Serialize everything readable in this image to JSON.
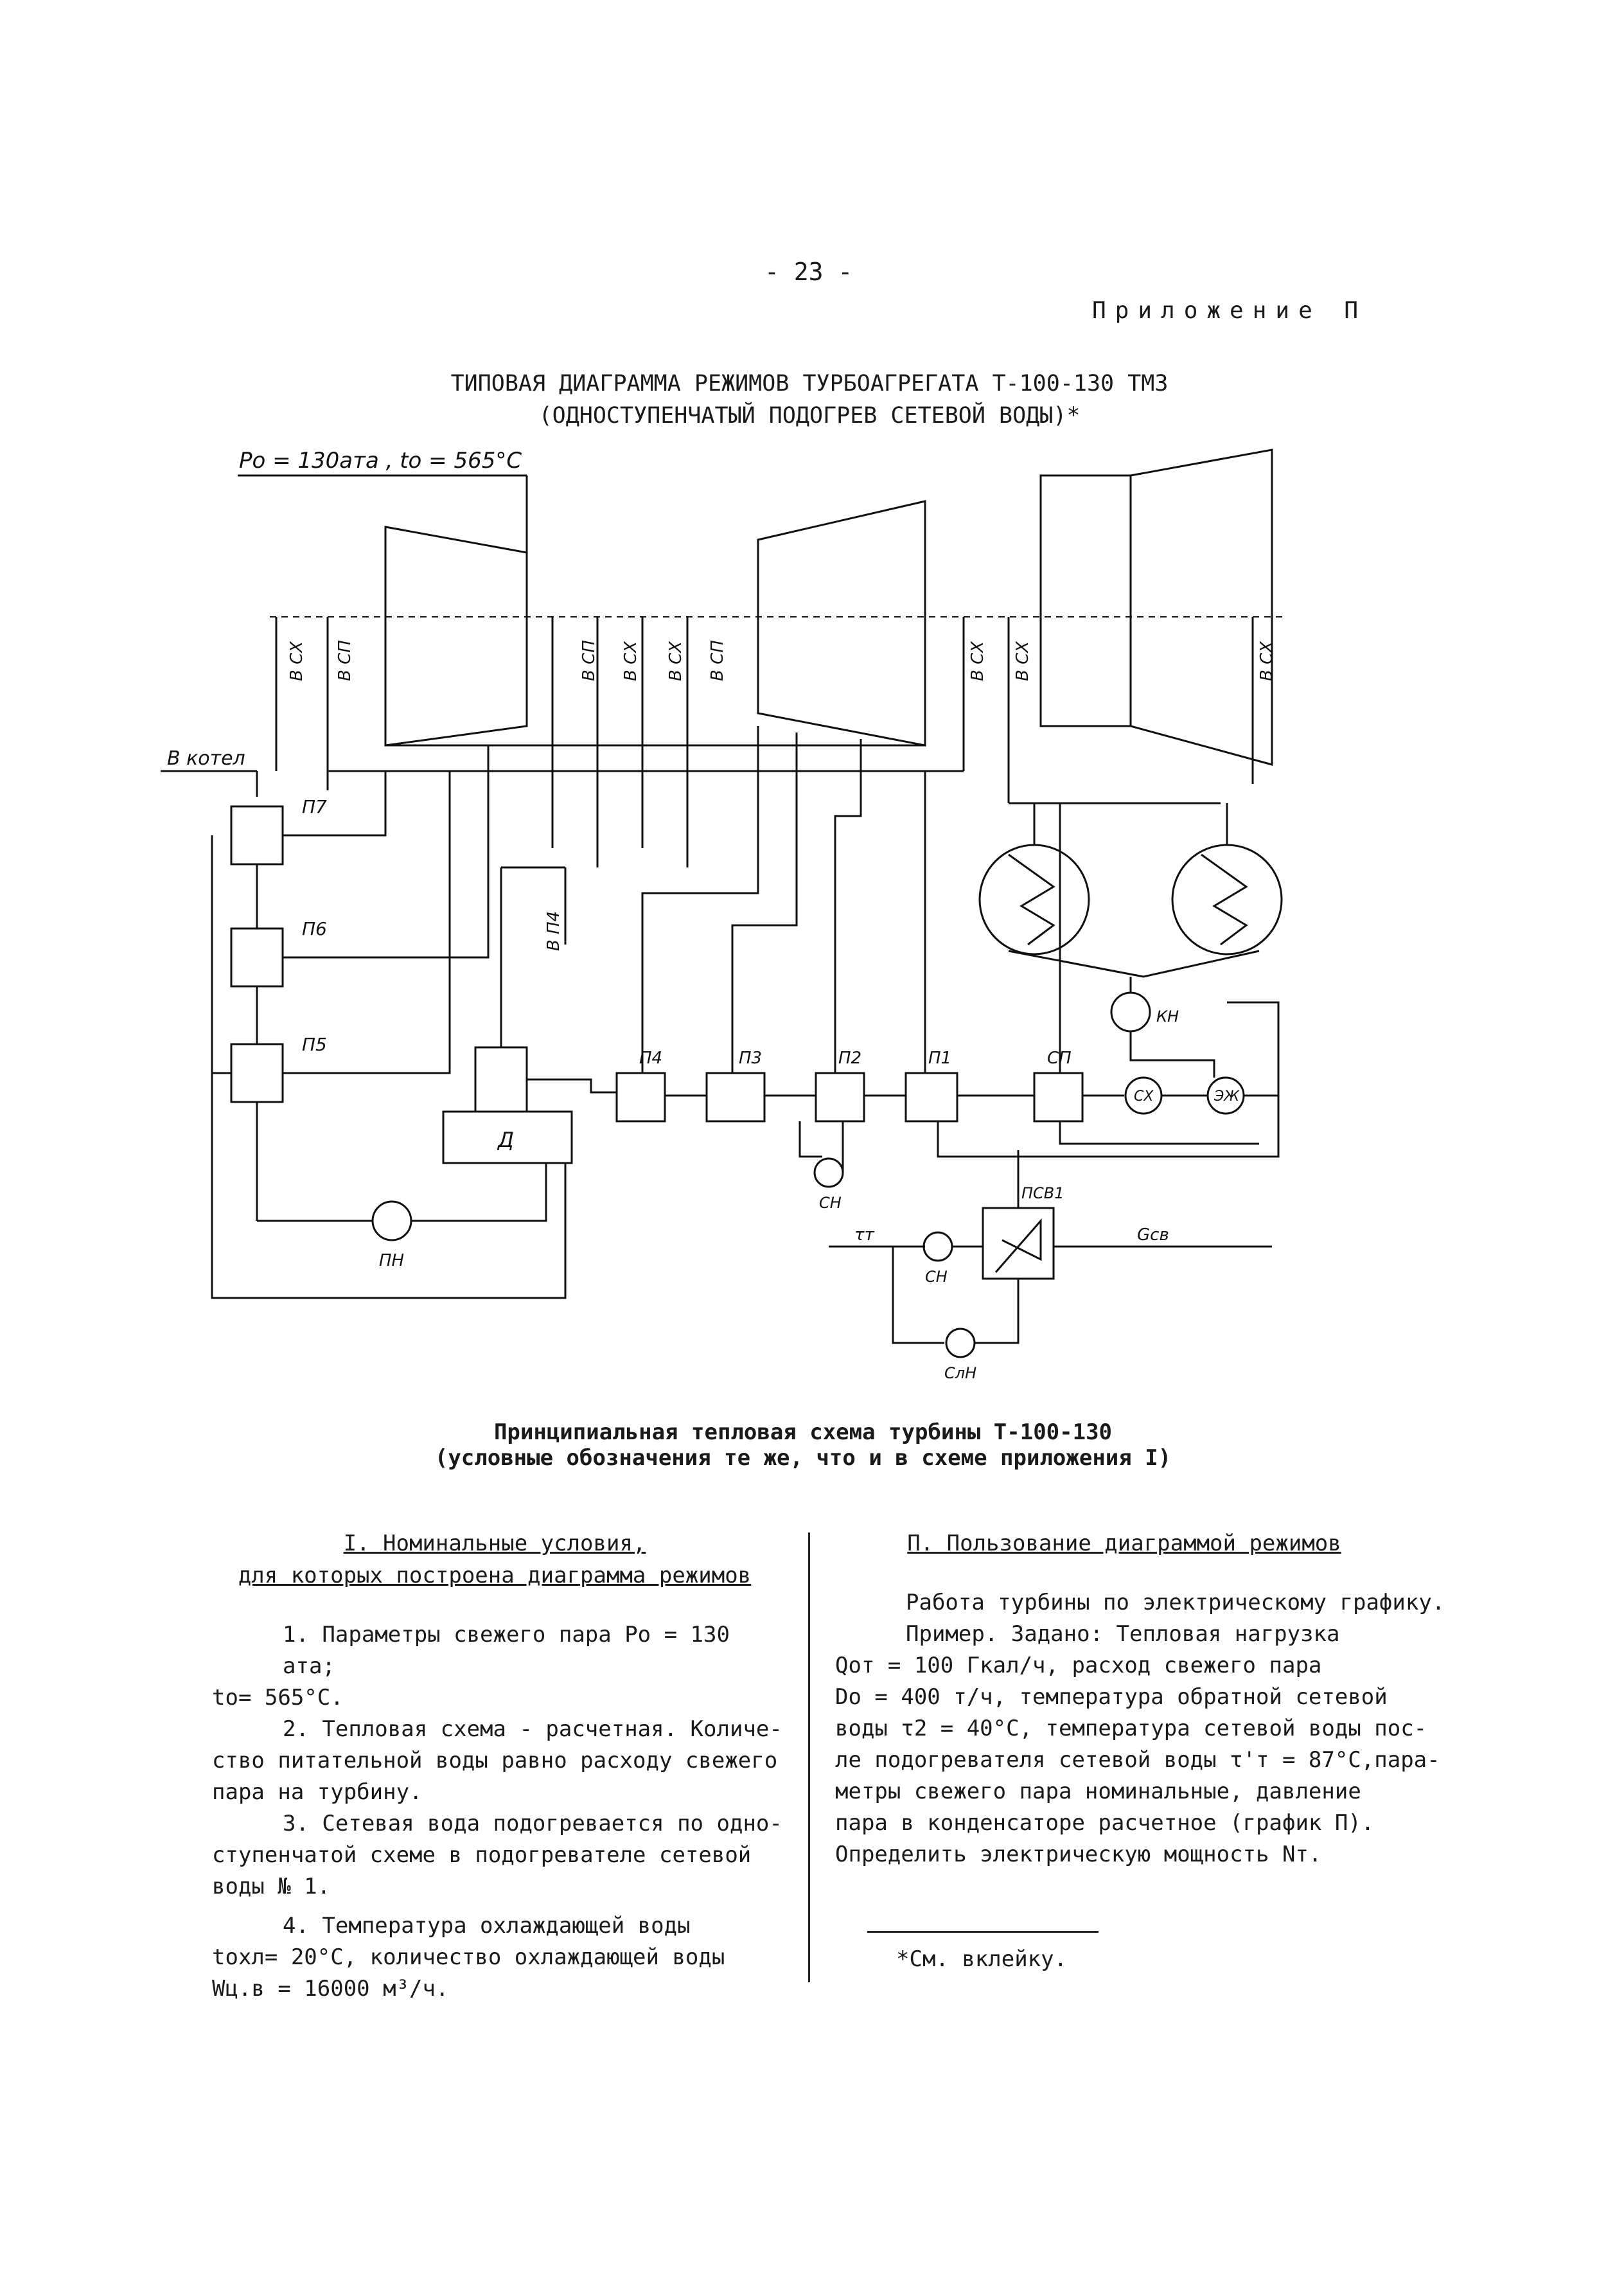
{
  "page": {
    "number": "- 23 -",
    "appendix": "Приложение П",
    "title_line1": "ТИПОВАЯ ДИАГРАММА РЕЖИМОВ ТУРБОАГРЕГАТА Т-100-130 ТМЗ",
    "title_line2": "(ОДНОСТУПЕНЧАТЫЙ ПОДОГРЕВ СЕТЕВОЙ ВОДЫ)*"
  },
  "diagram": {
    "steam_params": "Po = 130ата , to = 565°С",
    "labels": {
      "v_kotel": "В котел",
      "p7": "П7",
      "p6": "П6",
      "p5": "П5",
      "p4": "П4",
      "p3": "П3",
      "p2": "П2",
      "p1": "П1",
      "sp": "СП",
      "sx": "СХ",
      "ezh": "ЭЖ",
      "kn": "КН",
      "d": "Д",
      "pn": "ПН",
      "sn": "СН",
      "sn2": "СН",
      "sln": "СлН",
      "psv1": "ПСВ1",
      "tau_t": "τт",
      "gsv": "Gсв",
      "v_p4": "В П4",
      "v_sx": "В СХ",
      "v_sp": "В СП"
    },
    "caption_line1": "Принципиальная тепловая схема турбины Т-100-130",
    "caption_line2": "(условные обозначения те же, что и в схеме приложения I)"
  },
  "left_column": {
    "heading_line1": "I. Номинальные условия,",
    "heading_line2": "для которых построена диаграмма режимов",
    "item1_line1": "1. Параметры свежего пара Po = 130 ата;",
    "item1_line2": "to= 565°С.",
    "item2_line1": "2. Тепловая схема - расчетная. Количе-",
    "item2_line2": "ство питательной воды равно расходу свежего",
    "item2_line3": "пара на турбину.",
    "item3_line1": "3. Сетевая вода подогревается по одно-",
    "item3_line2": "ступенчатой схеме в подогревателе сетевой",
    "item3_line3": "воды № 1.",
    "item4_line1": "4. Температура охлаждающей воды",
    "item4_line2": "tохл= 20°С, количество охлаждающей воды",
    "item4_line3": "Wц.в = 16000 м³/ч."
  },
  "right_column": {
    "heading": "П. Пользование диаграммой режимов",
    "line1": "Работа турбины по электрическому графику.",
    "line2": "Пример. Задано: Тепловая нагрузка",
    "line3": "Qот = 100 Гкал/ч, расход свежего пара",
    "line4": "Do = 400 т/ч, температура обратной сетевой",
    "line5": "воды τ2 = 40°С, температура сетевой воды пос-",
    "line6": "ле подогревателя сетевой воды τ'т = 87°С,пара-",
    "line7": "метры свежего пара номинальные, давление",
    "line8": "пара в конденсаторе расчетное (график П).",
    "line9": "Определить электрическую мощность Nт."
  },
  "footnote": "*См. вклейку."
}
